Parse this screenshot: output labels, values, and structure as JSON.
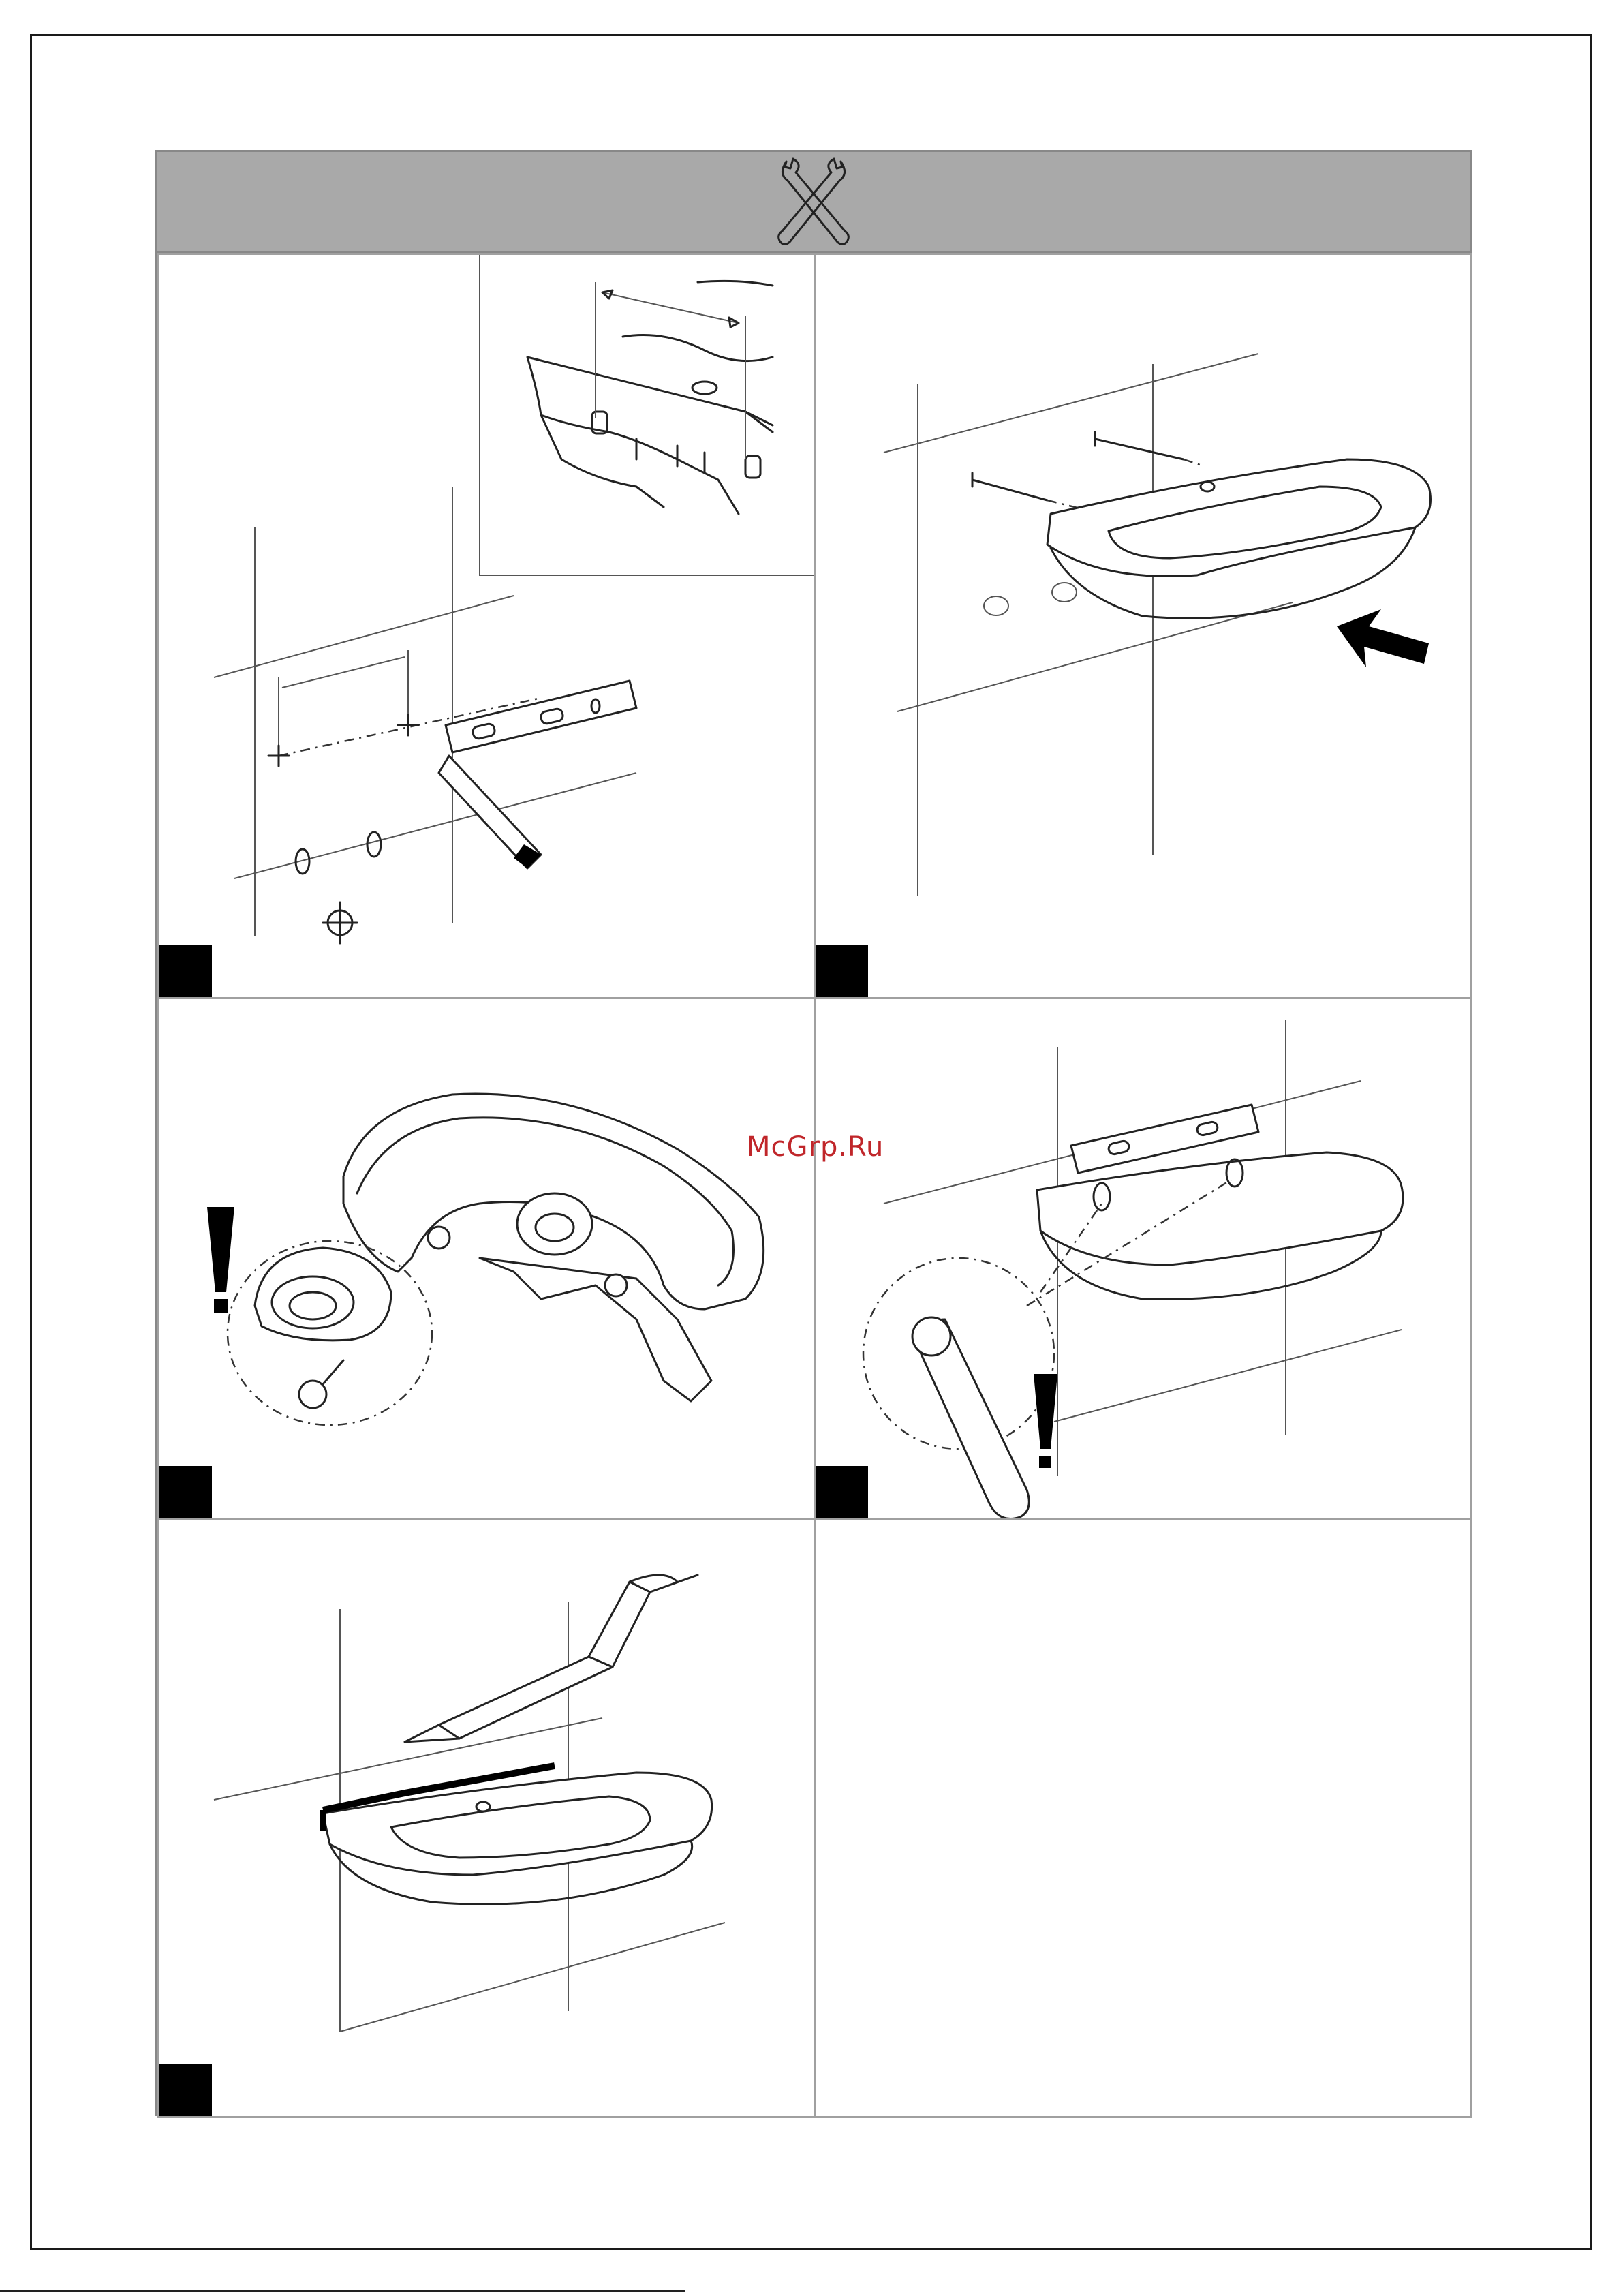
{
  "watermark": "McGrp.Ru",
  "header": {
    "icon": "crossed-wrenches-icon",
    "color": "#a9a9a9"
  },
  "steps": [
    {
      "position": "top-left",
      "content": "measure-and-mark-holes"
    },
    {
      "position": "top-right",
      "content": "mount-basin-on-bolts"
    },
    {
      "position": "middle-left",
      "content": "fit-washers-and-nuts"
    },
    {
      "position": "middle-right",
      "content": "level-and-tighten"
    },
    {
      "position": "bottom-left",
      "content": "apply-sealant"
    },
    {
      "position": "bottom-right",
      "content": "empty"
    }
  ]
}
